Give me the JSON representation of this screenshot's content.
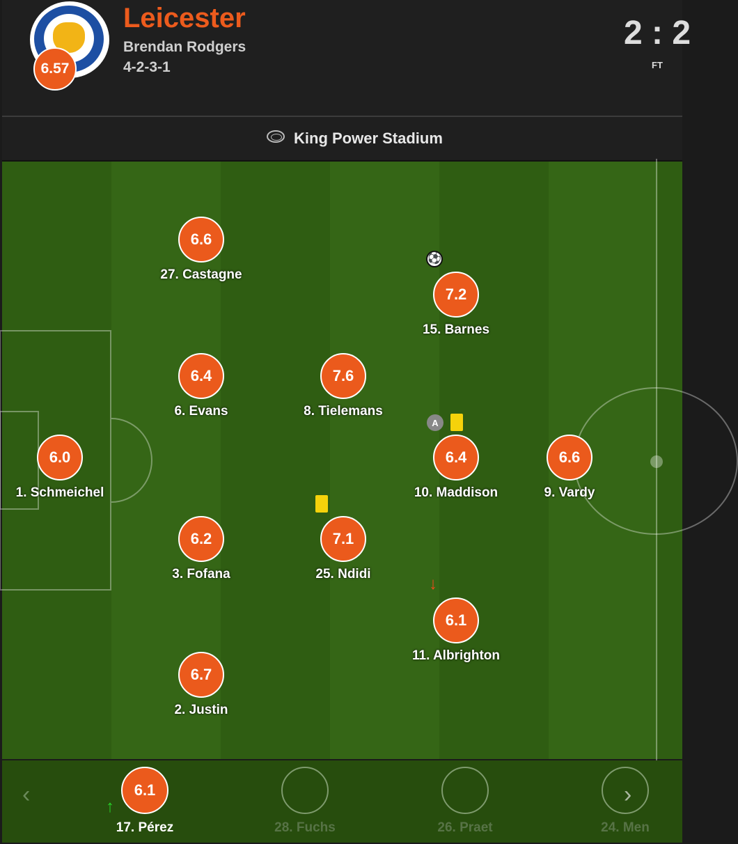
{
  "team": {
    "name": "Leicester",
    "manager": "Brendan Rodgers",
    "formation": "4-2-3-1",
    "rating": "6.57",
    "crest_icon": "leicester-city-crest"
  },
  "match": {
    "score": "2 : 2",
    "status": "FT",
    "venue": "King Power Stadium",
    "venue_icon": "stadium-icon"
  },
  "colors": {
    "accent": "#eb5a1c",
    "pitch_dark": "#2f5d12",
    "pitch_light": "#356616",
    "yellow_card": "#f5d20b"
  },
  "players": [
    {
      "rating": "6.0",
      "label": "1. Schmeichel"
    },
    {
      "rating": "6.6",
      "label": "27. Castagne"
    },
    {
      "rating": "6.4",
      "label": "6. Evans"
    },
    {
      "rating": "6.2",
      "label": "3. Fofana"
    },
    {
      "rating": "6.7",
      "label": "2. Justin"
    },
    {
      "rating": "7.6",
      "label": "8. Tielemans"
    },
    {
      "rating": "7.1",
      "label": "25. Ndidi",
      "yellow_card": true
    },
    {
      "rating": "7.2",
      "label": "15. Barnes",
      "goal": true
    },
    {
      "rating": "6.4",
      "label": "10. Maddison",
      "captain": "A",
      "yellow_card": true
    },
    {
      "rating": "6.1",
      "label": "11. Albrighton",
      "subbed_off": true
    },
    {
      "rating": "6.6",
      "label": "9. Vardy"
    }
  ],
  "substitutes": [
    {
      "rating": "6.1",
      "label": "17. Pérez",
      "subbed_on": true
    },
    {
      "rating": "",
      "label": "28. Fuchs"
    },
    {
      "rating": "",
      "label": "26. Praet"
    },
    {
      "rating": "",
      "label": "24. Men"
    }
  ],
  "nav": {
    "prev": "‹",
    "next": "›"
  },
  "captain_badge": "A"
}
